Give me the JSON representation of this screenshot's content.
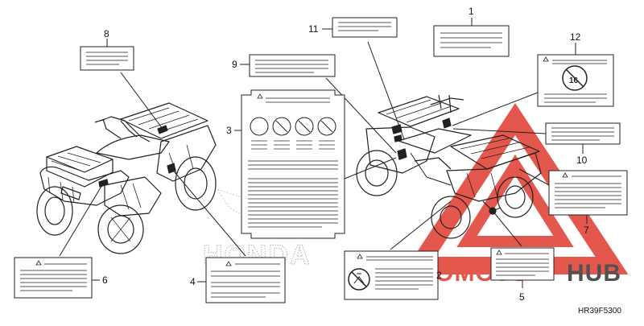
{
  "diagram": {
    "callouts": [
      "1",
      "2",
      "3",
      "4",
      "5",
      "6",
      "7",
      "8",
      "9",
      "10",
      "11",
      "12"
    ],
    "part_number": "HR39F5300",
    "label_12_badge": "16",
    "background_brand": "HONDA"
  },
  "watermark": {
    "part1": "AUTOMOTO",
    "part2": "HUB",
    "accent_color": "#e03a2f",
    "dark_color": "#333333"
  },
  "icons": [
    "no-passenger-symbol",
    "age-16-prohibition-symbol",
    "warning-triangle-symbol",
    "gauge-circle-symbol"
  ]
}
